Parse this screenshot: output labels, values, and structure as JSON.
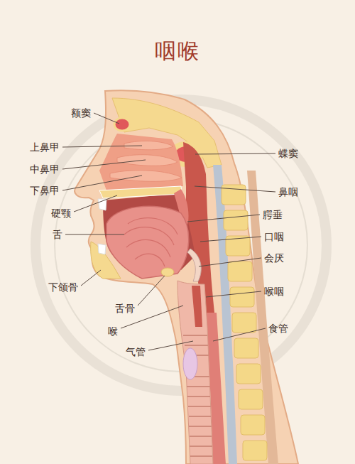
{
  "diagram": {
    "title": "咽喉",
    "labels": [
      "额窦",
      "上鼻甲",
      "蝶窦",
      "中鼻甲",
      "下鼻甲",
      "鼻咽",
      "硬颚",
      "腭垂",
      "舌",
      "口咽",
      "会厌",
      "下颌骨",
      "喉咽",
      "舌骨",
      "食管",
      "喉",
      "气管"
    ]
  }
}
